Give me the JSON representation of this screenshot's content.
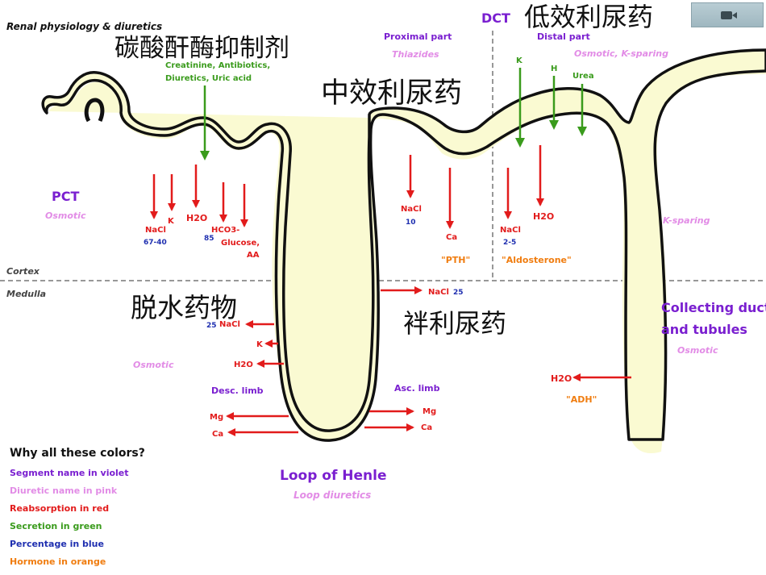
{
  "title": "Renal physiology & diuretics",
  "colors": {
    "violet": "#7a1fd0",
    "pink": "#e28ce6",
    "red": "#e21b1b",
    "green": "#3a9b1c",
    "blue": "#1f2fb0",
    "orange": "#f07d10",
    "tubule": "#fafad2"
  },
  "chinese_labels": {
    "carbonic": "碳酸酐酶抑制剂",
    "medium": "中效利尿药",
    "low": "低效利尿药",
    "dehydrating": "脱水药物",
    "loop": "袢利尿药"
  },
  "zones": {
    "cortex": "Cortex",
    "medulla": "Medulla"
  },
  "pct": {
    "name": "PCT",
    "diuretic": "Osmotic",
    "secretion": [
      "Creatinine, Antibiotics,",
      "Diuretics, Uric acid"
    ],
    "reabsorb": {
      "nacl": "NaCl",
      "k": "K",
      "h2o": "H2O",
      "hco3": "HCO3-",
      "glucose": "Glucose,",
      "aa": "AA"
    },
    "pct_nacl": "67-40",
    "pct_hco3": "85"
  },
  "dct": {
    "name": "DCT",
    "proximal": "Proximal part",
    "thiazides": "Thiazides",
    "distal": "Distal part",
    "osmotic_ksparing": "Osmotic, K-sparing",
    "secretion": {
      "k": "K",
      "h": "H",
      "urea": "Urea"
    },
    "reabsorb": {
      "nacl1": "NaCl",
      "ca": "Ca",
      "nacl2": "NaCl",
      "h2o": "H2O"
    },
    "pct_nacl1": "10",
    "pct_nacl2": "2-5",
    "hormone_pth": "\"PTH\"",
    "hormone_aldo": "\"Aldosterone\""
  },
  "k_sparing": "K-sparing",
  "desc_limb": {
    "name": "Desc. limb",
    "diuretic": "Osmotic",
    "reabsorb": {
      "nacl": "NaCl",
      "k": "K",
      "h2o": "H2O",
      "mg": "Mg",
      "ca": "Ca"
    },
    "pct_nacl": "25"
  },
  "asc_limb": {
    "name": "Asc. limb",
    "reabsorb": {
      "nacl": "NaCl",
      "mg": "Mg",
      "ca": "Ca"
    },
    "pct_nacl": "25"
  },
  "loop": {
    "name": "Loop of Henle",
    "diuretic": "Loop diuretics"
  },
  "collecting": {
    "name1": "Collecting duct",
    "name2": "and tubules",
    "diuretic": "Osmotic",
    "reabsorb_h2o": "H2O",
    "hormone": "\"ADH\""
  },
  "legend": {
    "title": "Why all these colors?",
    "items": [
      {
        "text": "Segment name in violet",
        "color": "#7a1fd0"
      },
      {
        "text": "Diuretic name in pink",
        "color": "#e28ce6"
      },
      {
        "text": "Reabsorption in red",
        "color": "#e21b1b"
      },
      {
        "text": "Secretion in green",
        "color": "#3a9b1c"
      },
      {
        "text": "Percentage in blue",
        "color": "#1f2fb0"
      },
      {
        "text": "Hormone in orange",
        "color": "#f07d10"
      }
    ]
  },
  "media_button": {
    "icon": "video-camera-icon"
  }
}
